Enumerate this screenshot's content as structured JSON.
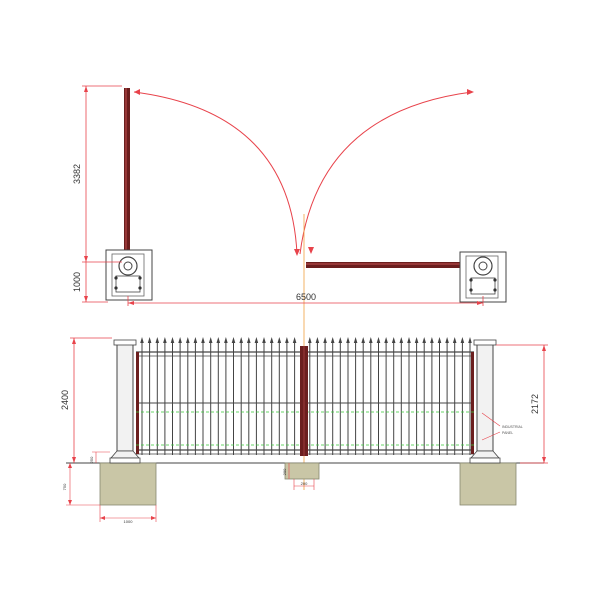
{
  "colors": {
    "dimension": "#e8434b",
    "gate_bar": "#6b1e1e",
    "gate_bar_light": "#9b3a3a",
    "outline": "#444444",
    "foundation": "#c9c6a6",
    "pillar_fill": "#f2f2f2",
    "guide_line": "#39c939",
    "center_line": "#f0a040"
  },
  "plan_view": {
    "open_length": "3382",
    "base_depth": "1000",
    "total_width": "6500"
  },
  "elevation_view": {
    "total_height": "2400",
    "gate_height": "2172",
    "ground_gap": "250",
    "drop_bolt_width": "200",
    "drop_bolt_height": "200",
    "foundation_depth": "750",
    "foundation_width": "1000",
    "annotation_note_1": "INDUSTRIAL",
    "annotation_note_2": "PANEL"
  }
}
